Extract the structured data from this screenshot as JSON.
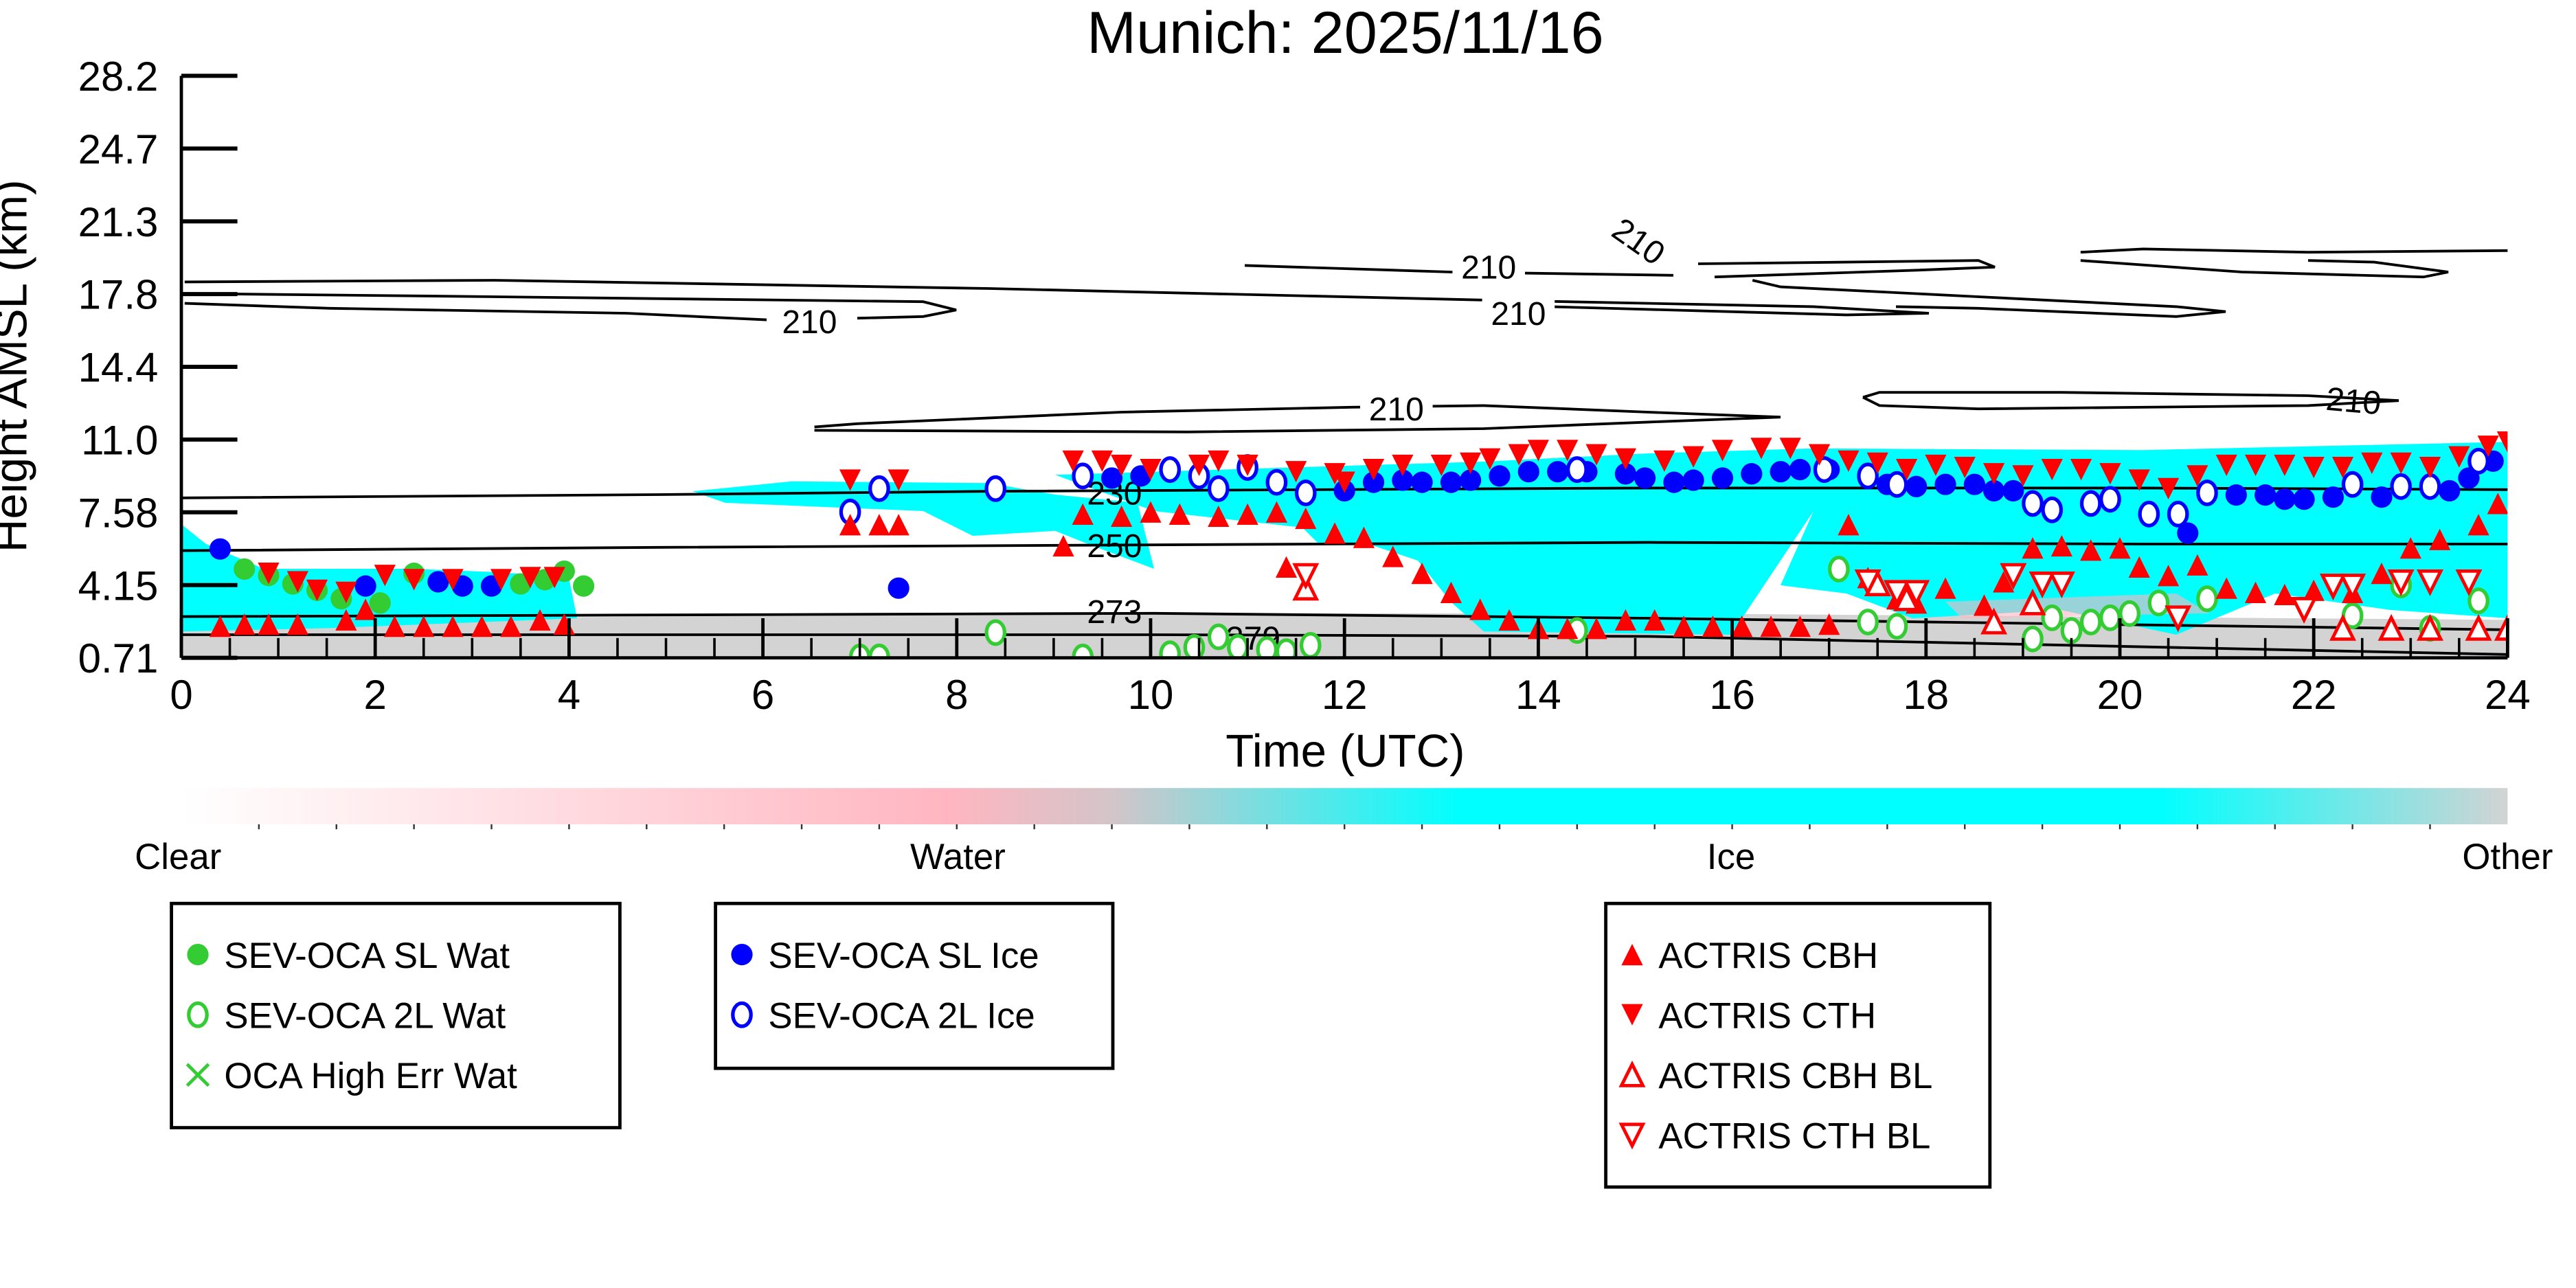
{
  "chart_data": {
    "type": "scatter",
    "title": "Munich: 2025/11/16",
    "xlabel": "Time (UTC)",
    "ylabel": "Height AMSL (km)",
    "xlim": [
      0,
      24
    ],
    "ylim": [
      0.71,
      28.2
    ],
    "xticks": [
      "0",
      "2",
      "4",
      "6",
      "8",
      "10",
      "12",
      "14",
      "16",
      "18",
      "20",
      "22",
      "24"
    ],
    "yticks": [
      "28.2",
      "24.7",
      "21.3",
      "17.8",
      "14.4",
      "11.0",
      "7.58",
      "4.15",
      "0.71"
    ],
    "contour_labels": {
      "c210a": "210",
      "c210b": "210",
      "c210c": "210",
      "c210d": "210",
      "c210e": "210",
      "c210f": "210",
      "c230": "230",
      "c250": "250",
      "c273": "273",
      "c279": "279"
    },
    "colorbar": {
      "labels": [
        "Clear",
        "Water",
        "Ice",
        "Other"
      ],
      "colors": {
        "clear": "#ffffff",
        "water": "#ffb6c1",
        "ice": "#00ffff",
        "other": "#d3d3d3"
      }
    },
    "series": [
      {
        "name": "SEV-OCA SL Wat",
        "marker": "filled-circle",
        "color": "#33cc33",
        "points": [
          [
            0.65,
            4.9
          ],
          [
            0.9,
            4.6
          ],
          [
            1.15,
            4.2
          ],
          [
            1.4,
            3.9
          ],
          [
            1.65,
            3.5
          ],
          [
            2.05,
            3.3
          ],
          [
            2.4,
            4.7
          ],
          [
            3.5,
            4.2
          ],
          [
            3.75,
            4.4
          ],
          [
            3.95,
            4.8
          ],
          [
            4.15,
            4.1
          ]
        ]
      },
      {
        "name": "SEV-OCA 2L Wat",
        "marker": "open-circle",
        "color": "#33cc33",
        "points": [
          [
            7.0,
            0.75
          ],
          [
            7.2,
            0.75
          ],
          [
            8.4,
            1.9
          ],
          [
            9.3,
            0.75
          ],
          [
            10.2,
            0.9
          ],
          [
            10.45,
            1.2
          ],
          [
            10.7,
            1.7
          ],
          [
            10.9,
            1.2
          ],
          [
            11.2,
            1.1
          ],
          [
            11.4,
            1.0
          ],
          [
            11.65,
            1.3
          ],
          [
            14.4,
            2.0
          ],
          [
            17.1,
            4.9
          ],
          [
            17.4,
            2.4
          ],
          [
            17.7,
            2.2
          ],
          [
            19.1,
            1.6
          ],
          [
            19.3,
            2.6
          ],
          [
            19.5,
            2.0
          ],
          [
            19.7,
            2.4
          ],
          [
            19.9,
            2.6
          ],
          [
            20.1,
            2.8
          ],
          [
            20.4,
            3.3
          ],
          [
            20.9,
            3.5
          ],
          [
            22.4,
            2.7
          ],
          [
            22.9,
            4.15
          ],
          [
            23.2,
            2.1
          ],
          [
            23.7,
            3.4
          ]
        ]
      },
      {
        "name": "OCA High Err Wat",
        "marker": "x",
        "color": "#33cc33",
        "points": []
      },
      {
        "name": "SEV-OCA SL Ice",
        "marker": "filled-circle",
        "color": "#0000ff",
        "points": [
          [
            0.4,
            5.85
          ],
          [
            1.9,
            4.1
          ],
          [
            2.65,
            4.3
          ],
          [
            2.9,
            4.1
          ],
          [
            3.2,
            4.1
          ],
          [
            7.4,
            4.0
          ],
          [
            9.6,
            9.2
          ],
          [
            9.9,
            9.3
          ],
          [
            12.0,
            8.6
          ],
          [
            12.3,
            9.0
          ],
          [
            12.6,
            9.1
          ],
          [
            12.8,
            9.0
          ],
          [
            13.1,
            9.0
          ],
          [
            13.3,
            9.1
          ],
          [
            13.6,
            9.3
          ],
          [
            13.9,
            9.5
          ],
          [
            14.2,
            9.5
          ],
          [
            14.5,
            9.5
          ],
          [
            14.9,
            9.4
          ],
          [
            15.1,
            9.2
          ],
          [
            15.4,
            9.0
          ],
          [
            15.6,
            9.1
          ],
          [
            15.9,
            9.2
          ],
          [
            16.2,
            9.4
          ],
          [
            16.5,
            9.5
          ],
          [
            16.7,
            9.6
          ],
          [
            17.0,
            9.6
          ],
          [
            17.6,
            8.9
          ],
          [
            17.9,
            8.8
          ],
          [
            18.2,
            8.9
          ],
          [
            18.5,
            8.9
          ],
          [
            18.7,
            8.6
          ],
          [
            18.9,
            8.6
          ],
          [
            20.7,
            6.6
          ],
          [
            21.2,
            8.4
          ],
          [
            21.5,
            8.4
          ],
          [
            21.7,
            8.2
          ],
          [
            21.9,
            8.2
          ],
          [
            22.2,
            8.3
          ],
          [
            22.7,
            8.3
          ],
          [
            23.4,
            8.6
          ],
          [
            23.6,
            9.2
          ],
          [
            23.85,
            10.0
          ]
        ]
      },
      {
        "name": "SEV-OCA 2L Ice",
        "marker": "open-circle",
        "color": "#0000ff",
        "points": [
          [
            6.9,
            7.6
          ],
          [
            7.2,
            8.7
          ],
          [
            8.4,
            8.7
          ],
          [
            9.3,
            9.3
          ],
          [
            10.2,
            9.6
          ],
          [
            10.5,
            9.3
          ],
          [
            10.7,
            8.7
          ],
          [
            11.0,
            9.7
          ],
          [
            11.3,
            9.0
          ],
          [
            11.6,
            8.5
          ],
          [
            14.4,
            9.6
          ],
          [
            16.95,
            9.6
          ],
          [
            17.4,
            9.3
          ],
          [
            17.7,
            8.9
          ],
          [
            19.1,
            8.0
          ],
          [
            19.3,
            7.7
          ],
          [
            19.7,
            8.0
          ],
          [
            19.9,
            8.2
          ],
          [
            20.3,
            7.5
          ],
          [
            20.6,
            7.5
          ],
          [
            20.9,
            8.5
          ],
          [
            22.4,
            8.9
          ],
          [
            22.9,
            8.8
          ],
          [
            23.2,
            8.8
          ],
          [
            23.7,
            10.0
          ]
        ]
      },
      {
        "name": "ACTRIS CBH",
        "marker": "filled-up",
        "color": "#ff0000",
        "points": [
          [
            0.4,
            2.2
          ],
          [
            0.65,
            2.3
          ],
          [
            0.9,
            2.3
          ],
          [
            1.2,
            2.3
          ],
          [
            1.7,
            2.5
          ],
          [
            1.9,
            3.0
          ],
          [
            2.2,
            2.2
          ],
          [
            2.5,
            2.2
          ],
          [
            2.8,
            2.2
          ],
          [
            3.1,
            2.2
          ],
          [
            3.4,
            2.2
          ],
          [
            3.7,
            2.5
          ],
          [
            3.95,
            2.3
          ],
          [
            6.9,
            7.0
          ],
          [
            7.2,
            7.0
          ],
          [
            7.4,
            7.0
          ],
          [
            9.1,
            6.0
          ],
          [
            9.3,
            7.5
          ],
          [
            9.7,
            7.4
          ],
          [
            10.0,
            7.6
          ],
          [
            10.3,
            7.5
          ],
          [
            10.7,
            7.4
          ],
          [
            11.0,
            7.5
          ],
          [
            11.3,
            7.6
          ],
          [
            11.6,
            7.3
          ],
          [
            11.4,
            5.0
          ],
          [
            11.9,
            6.6
          ],
          [
            12.2,
            6.4
          ],
          [
            12.5,
            5.5
          ],
          [
            12.8,
            4.7
          ],
          [
            13.1,
            3.8
          ],
          [
            13.4,
            3.0
          ],
          [
            13.7,
            2.5
          ],
          [
            14.0,
            2.1
          ],
          [
            14.3,
            2.1
          ],
          [
            14.6,
            2.1
          ],
          [
            14.9,
            2.5
          ],
          [
            15.2,
            2.5
          ],
          [
            15.5,
            2.2
          ],
          [
            15.8,
            2.2
          ],
          [
            16.1,
            2.2
          ],
          [
            16.4,
            2.2
          ],
          [
            16.7,
            2.2
          ],
          [
            17.0,
            2.3
          ],
          [
            17.2,
            7.0
          ],
          [
            17.4,
            4.5
          ],
          [
            17.7,
            3.5
          ],
          [
            17.9,
            3.3
          ],
          [
            18.2,
            4.0
          ],
          [
            18.6,
            3.2
          ],
          [
            18.8,
            4.3
          ],
          [
            19.1,
            5.9
          ],
          [
            19.4,
            6.0
          ],
          [
            19.7,
            5.8
          ],
          [
            20.0,
            5.9
          ],
          [
            20.2,
            5.0
          ],
          [
            20.5,
            4.6
          ],
          [
            20.8,
            5.1
          ],
          [
            21.1,
            4.0
          ],
          [
            21.4,
            3.8
          ],
          [
            21.7,
            3.7
          ],
          [
            22.0,
            3.9
          ],
          [
            22.4,
            3.8
          ],
          [
            22.7,
            4.7
          ],
          [
            23.0,
            5.9
          ],
          [
            23.3,
            6.3
          ],
          [
            23.7,
            7.0
          ],
          [
            23.9,
            8.0
          ]
        ]
      },
      {
        "name": "ACTRIS CTH",
        "marker": "filled-down",
        "color": "#ff0000",
        "points": [
          [
            0.9,
            4.7
          ],
          [
            1.2,
            4.3
          ],
          [
            1.4,
            3.9
          ],
          [
            1.7,
            3.8
          ],
          [
            2.1,
            4.6
          ],
          [
            2.4,
            4.4
          ],
          [
            2.8,
            4.4
          ],
          [
            3.3,
            4.4
          ],
          [
            3.6,
            4.5
          ],
          [
            3.85,
            4.5
          ],
          [
            6.9,
            9.1
          ],
          [
            7.4,
            9.1
          ],
          [
            9.2,
            10.0
          ],
          [
            9.5,
            10.0
          ],
          [
            9.7,
            9.8
          ],
          [
            10.0,
            9.6
          ],
          [
            10.5,
            9.8
          ],
          [
            10.7,
            10.0
          ],
          [
            11.0,
            9.8
          ],
          [
            11.5,
            9.5
          ],
          [
            11.9,
            9.4
          ],
          [
            12.0,
            9.0
          ],
          [
            12.3,
            9.6
          ],
          [
            12.6,
            9.8
          ],
          [
            13.0,
            9.8
          ],
          [
            13.3,
            9.9
          ],
          [
            13.5,
            10.1
          ],
          [
            13.8,
            10.3
          ],
          [
            14.0,
            10.5
          ],
          [
            14.3,
            10.5
          ],
          [
            14.6,
            10.3
          ],
          [
            14.9,
            10.1
          ],
          [
            15.3,
            10.0
          ],
          [
            15.6,
            10.2
          ],
          [
            15.9,
            10.5
          ],
          [
            16.3,
            10.6
          ],
          [
            16.6,
            10.6
          ],
          [
            16.9,
            10.3
          ],
          [
            17.2,
            10.0
          ],
          [
            17.5,
            9.9
          ],
          [
            17.8,
            9.6
          ],
          [
            18.1,
            9.8
          ],
          [
            18.4,
            9.7
          ],
          [
            18.7,
            9.4
          ],
          [
            19.0,
            9.3
          ],
          [
            19.3,
            9.6
          ],
          [
            19.6,
            9.6
          ],
          [
            19.9,
            9.4
          ],
          [
            20.2,
            9.1
          ],
          [
            20.5,
            8.7
          ],
          [
            20.8,
            9.3
          ],
          [
            21.1,
            9.8
          ],
          [
            21.4,
            9.8
          ],
          [
            21.7,
            9.8
          ],
          [
            22.0,
            9.7
          ],
          [
            22.3,
            9.7
          ],
          [
            22.6,
            9.9
          ],
          [
            22.9,
            9.9
          ],
          [
            23.2,
            9.7
          ],
          [
            23.5,
            10.2
          ],
          [
            23.8,
            10.7
          ],
          [
            24.0,
            10.9
          ]
        ]
      },
      {
        "name": "ACTRIS CBH BL",
        "marker": "open-up",
        "color": "#ff0000",
        "points": [
          [
            11.6,
            4.0
          ],
          [
            17.5,
            4.2
          ],
          [
            17.8,
            3.5
          ],
          [
            18.7,
            2.4
          ],
          [
            19.1,
            3.3
          ],
          [
            22.3,
            2.1
          ],
          [
            22.8,
            2.1
          ],
          [
            23.2,
            2.1
          ],
          [
            23.7,
            2.1
          ],
          [
            24.0,
            2.1
          ]
        ]
      },
      {
        "name": "ACTRIS CTH BL",
        "marker": "open-down",
        "color": "#ff0000",
        "points": [
          [
            11.6,
            4.6
          ],
          [
            17.4,
            4.3
          ],
          [
            17.7,
            3.8
          ],
          [
            17.9,
            3.8
          ],
          [
            18.9,
            4.6
          ],
          [
            19.2,
            4.2
          ],
          [
            19.4,
            4.2
          ],
          [
            20.6,
            2.6
          ],
          [
            21.9,
            3.0
          ],
          [
            22.2,
            4.1
          ],
          [
            22.4,
            4.1
          ],
          [
            22.9,
            4.3
          ],
          [
            23.2,
            4.3
          ],
          [
            23.6,
            4.3
          ]
        ]
      }
    ],
    "legends": [
      [
        0,
        1,
        2
      ],
      [
        3,
        4
      ],
      [
        5,
        6,
        7,
        8
      ]
    ]
  }
}
